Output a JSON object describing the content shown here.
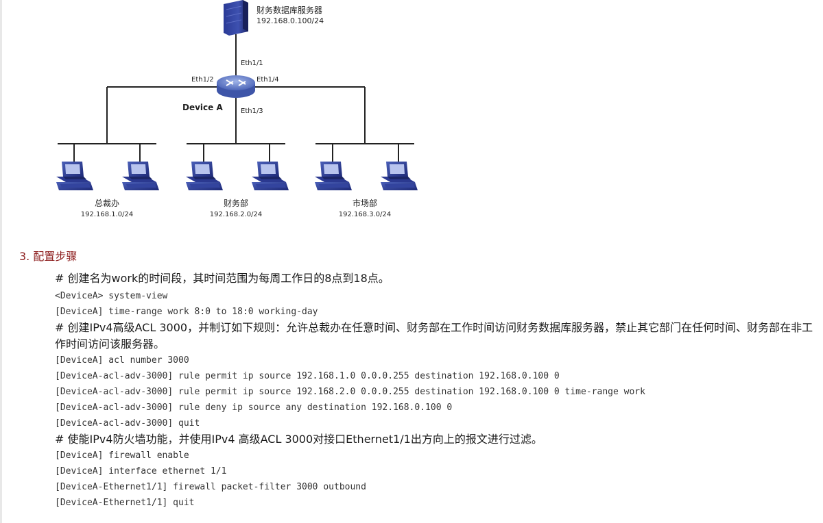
{
  "diagram": {
    "server": {
      "name": "财务数据库服务器",
      "ip": "192.168.0.100/24"
    },
    "device": {
      "name": "Device A"
    },
    "ports": {
      "p1": "Eth1/1",
      "p2": "Eth1/2",
      "p3": "Eth1/3",
      "p4": "Eth1/4"
    },
    "departments": [
      {
        "name": "总裁办",
        "subnet": "192.168.1.0/24"
      },
      {
        "name": "财务部",
        "subnet": "192.168.2.0/24"
      },
      {
        "name": "市场部",
        "subnet": "192.168.3.0/24"
      }
    ]
  },
  "section": {
    "title": "3. 配置步骤"
  },
  "steps": {
    "comment1": "# 创建名为work的时间段，其时间范围为每周工作日的8点到18点。",
    "cmd1": "<DeviceA> system-view",
    "cmd2": "[DeviceA] time-range work 8:0 to 18:0 working-day",
    "comment2": "# 创建IPv4高级ACL 3000，并制订如下规则：允许总裁办在任意时间、财务部在工作时间访问财务数据库服务器，禁止其它部门在任何时间、财务部在非工作时间访问该服务器。",
    "cmd3": "[DeviceA] acl number 3000",
    "cmd4": "[DeviceA-acl-adv-3000] rule permit ip source 192.168.1.0 0.0.0.255 destination 192.168.0.100 0",
    "cmd5": "[DeviceA-acl-adv-3000] rule permit ip source 192.168.2.0 0.0.0.255 destination 192.168.0.100 0 time-range work",
    "cmd6": "[DeviceA-acl-adv-3000] rule deny ip source any destination 192.168.0.100 0",
    "cmd7": "[DeviceA-acl-adv-3000] quit",
    "comment3": "# 使能IPv4防火墙功能，并使用IPv4 高级ACL 3000对接口Ethernet1/1出方向上的报文进行过滤。",
    "cmd8": "[DeviceA] firewall enable",
    "cmd9": "[DeviceA] interface ethernet 1/1",
    "cmd10": "[DeviceA-Ethernet1/1] firewall packet-filter 3000 outbound",
    "cmd11": "[DeviceA-Ethernet1/1] quit"
  }
}
